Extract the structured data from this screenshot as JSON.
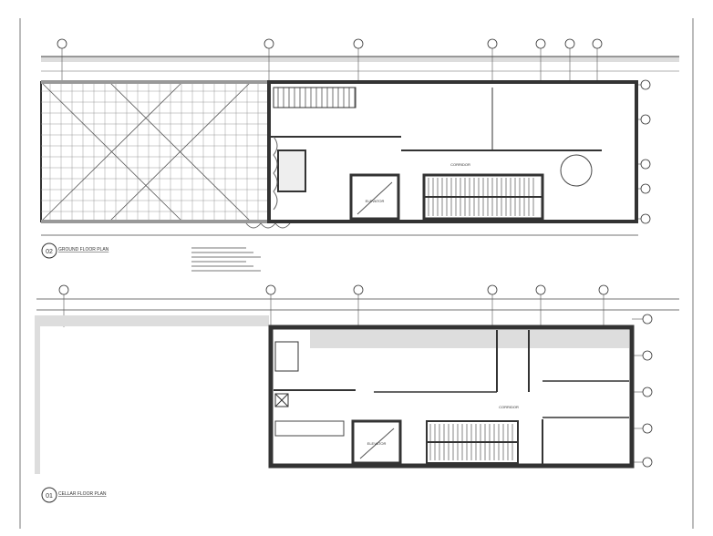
{
  "sheet": {
    "plans": [
      {
        "number": "02",
        "title": "GROUND FLOOR PLAN"
      },
      {
        "number": "01",
        "title": "CELLAR FLOOR PLAN"
      }
    ],
    "labels": {
      "corridor_ground": "CORRIDOR",
      "corridor_cellar": "CORRIDOR",
      "elevator_ground": "ELEVATOR",
      "elevator_cellar": "ELEVATOR"
    },
    "colors": {
      "wall": "#333333",
      "shade": "#d9d9d9",
      "line": "#555555"
    }
  }
}
